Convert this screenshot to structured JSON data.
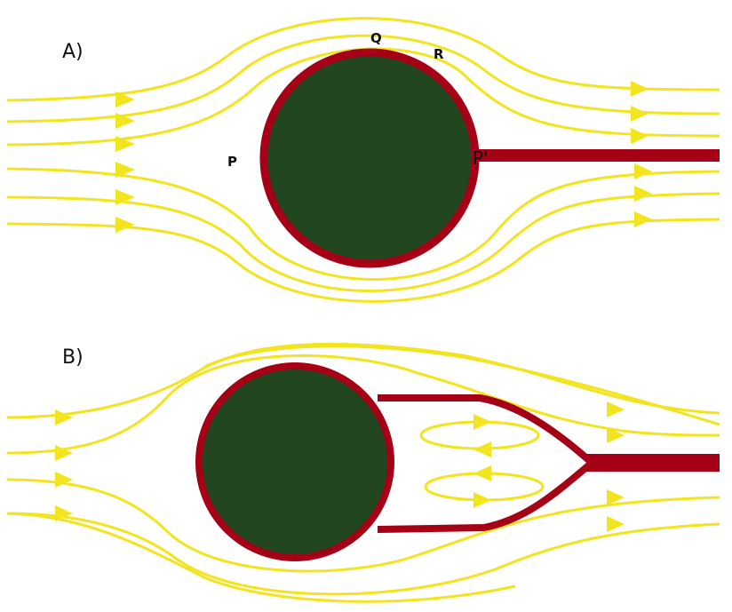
{
  "panels": [
    {
      "label": "A)",
      "points": {
        "p": "P",
        "q": "Q",
        "r": "R",
        "p_prime": "P'"
      }
    },
    {
      "label": "B)"
    }
  ],
  "colors": {
    "streamline": "#f2e41e",
    "boundary_layer": "#a50016",
    "body": "#22461f"
  }
}
